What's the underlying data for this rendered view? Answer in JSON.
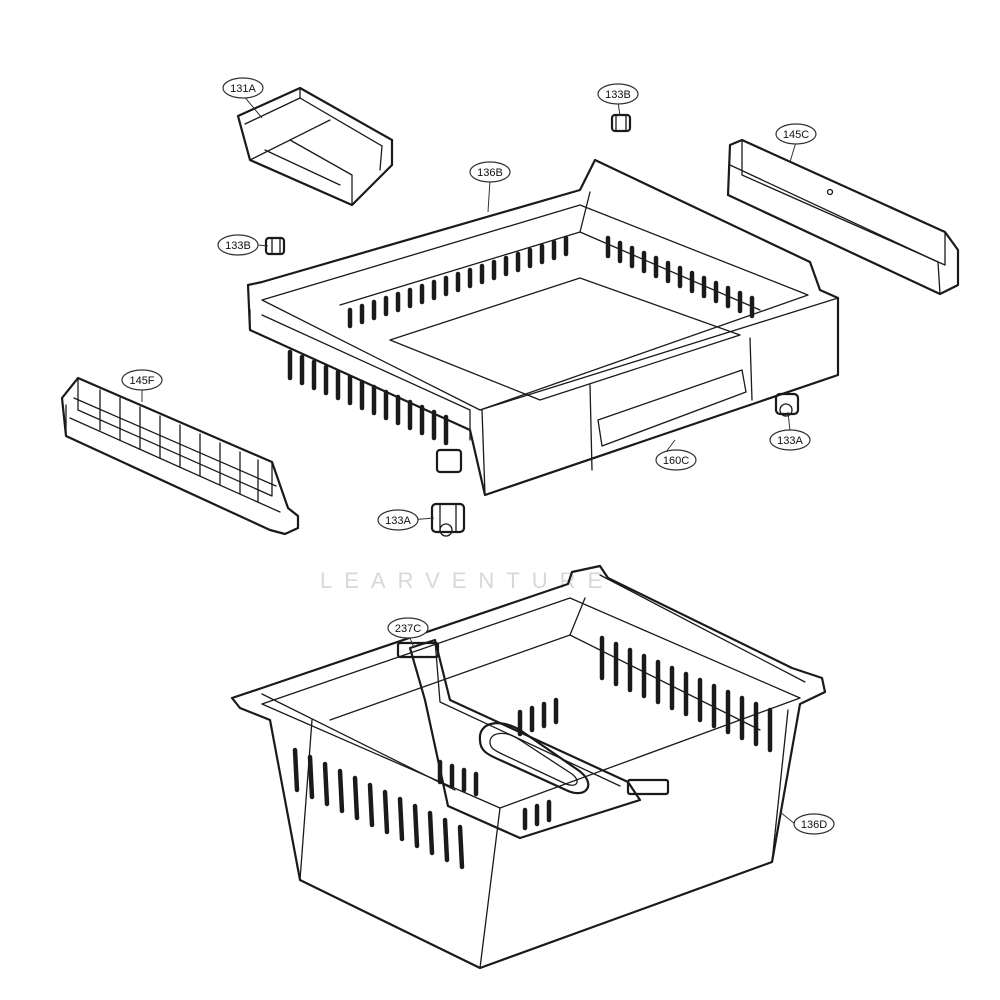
{
  "watermark": "LEARVENTURE",
  "callouts": {
    "p131A": "131A",
    "p133B_top": "133B",
    "p145C": "145C",
    "p136B": "136B",
    "p133B_left": "133B",
    "p145F": "145F",
    "p133A_right": "133A",
    "p160C": "160C",
    "p133A_bottom": "133A",
    "p237C": "237C",
    "p136D": "136D"
  }
}
